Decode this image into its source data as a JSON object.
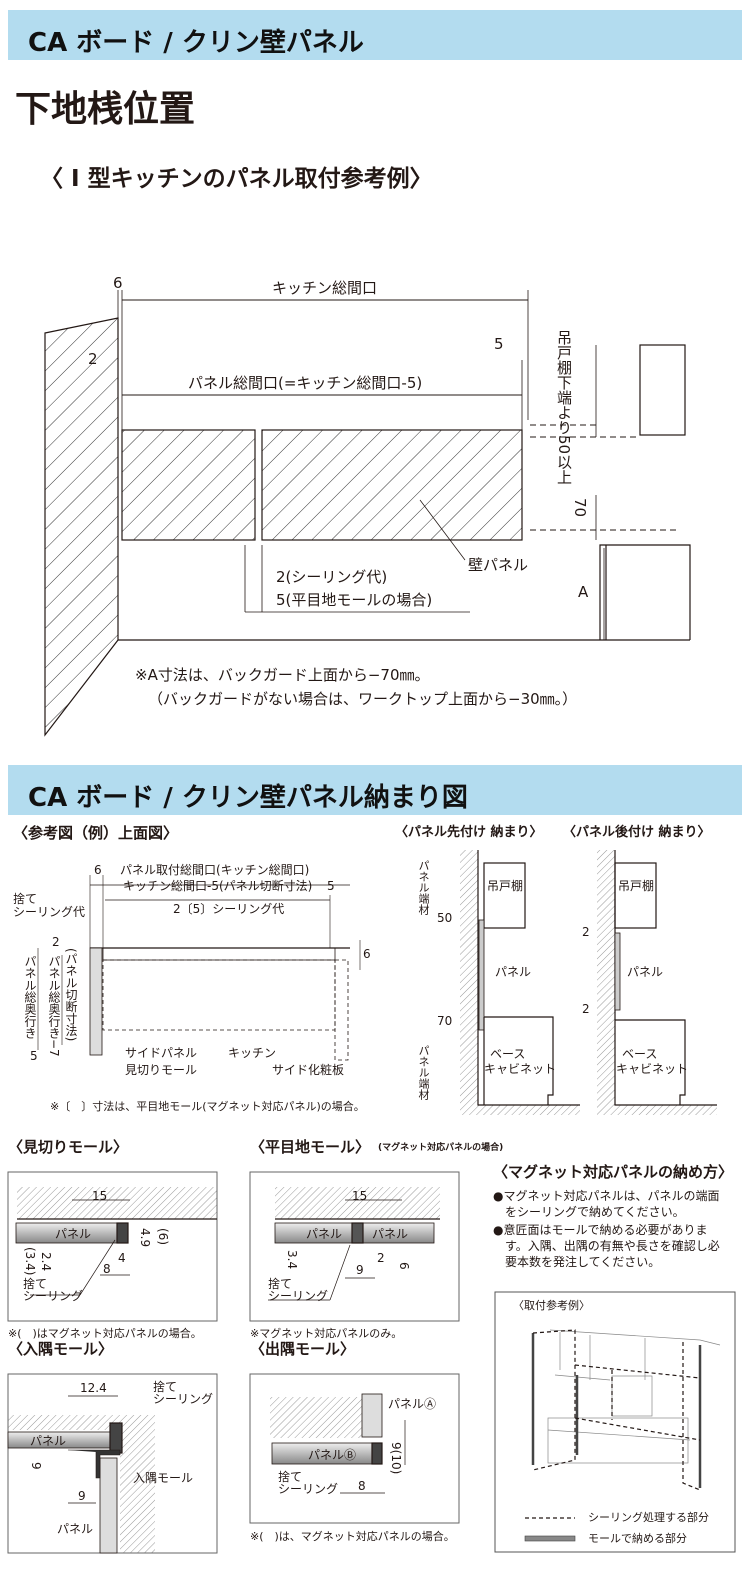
{
  "header1": {
    "title": "CA ボード / クリン壁パネル"
  },
  "section1": {
    "heading": "下地桟位置",
    "subheading": "〈 I 型キッチンのパネル取付参考例〉",
    "dims": {
      "kitchen_width": "キッチン総間口",
      "six": "6",
      "two": "2",
      "five": "5",
      "panel_width": "パネル総間口(=キッチン総間口-5)",
      "hang_cabinet": "吊戸棚下端より50以上",
      "seventy": "70",
      "a": "A",
      "wall_panel": "壁パネル",
      "sealing": "2(シーリング代)",
      "flat_joint": "5(平目地モールの場合)"
    },
    "notes": [
      "※A寸法は、バックガード上面から−70㎜。",
      "（バックガードがない場合は、ワークトップ上面から−30㎜。）"
    ]
  },
  "header2": {
    "title": "CA ボード / クリン壁パネル納まり図"
  },
  "top_view": {
    "title": "〈参考図（例）上面図〉",
    "six": "6",
    "install_width": "パネル取付総間口(キッチン総間口)",
    "cut_width": "キッチン総間口-5(パネル切断寸法)",
    "five": "5",
    "sealing_gap": "2〔5〕シーリング代",
    "sute1": "捨て",
    "sute2": "シーリング代",
    "depth": "パネル総奥行き",
    "depth_cut": "パネル総奥行き−7",
    "depth_cut2": "(パネル切断寸法)",
    "two": "2",
    "five_b": "5",
    "six_r": "6",
    "side_panel": "サイドパネル",
    "mikiri": "見切りモール",
    "kitchen": "キッチン",
    "side_board": "サイド化粧板",
    "note": "※〔　〕寸法は、平目地モール(マグネット対応パネル)の場合。"
  },
  "section_views": {
    "pre": {
      "title": "〈パネル先付け 納まり〉",
      "end1": "パネル端材",
      "cabinet": "吊戸棚",
      "fifty": "50",
      "panel": "パネル",
      "seventy": "70",
      "end2": "パネル端材",
      "base1": "ベース",
      "base2": "キャビネット"
    },
    "post": {
      "title": "〈パネル後付け 納まり〉",
      "cabinet": "吊戸棚",
      "two_a": "2",
      "panel": "パネル",
      "two_b": "2",
      "base1": "ベース",
      "base2": "キャビネット"
    }
  },
  "mikiri": {
    "title": "〈見切りモール〉",
    "d15": "15",
    "panel": "パネル",
    "d49": "4.9",
    "d6": "(6)",
    "d34": "(3.4)",
    "d24": "2.4",
    "d4": "4",
    "d8": "8",
    "sute1": "捨て",
    "sute2": "シーリング",
    "note": "※(　)はマグネット対応パネルの場合。"
  },
  "flat": {
    "title": "〈平目地モール〉",
    "subtitle": "(マグネット対応パネルの場合)",
    "d15": "15",
    "panel_l": "パネル",
    "panel_r": "パネル",
    "d34": "3.4",
    "d2": "2",
    "d6": "6",
    "d9": "9",
    "sute1": "捨て",
    "sute2": "シーリング",
    "note": "※マグネット対応パネルのみ。"
  },
  "inner": {
    "title": "〈入隅モール〉",
    "d124": "12.4",
    "sute1": "捨て",
    "sute2": "シーリング",
    "panel_h": "パネル",
    "d9v": "9",
    "mold": "入隅モール",
    "d9h": "9",
    "panel_v": "パネル"
  },
  "outer": {
    "title": "〈出隅モール〉",
    "panel_a": "パネルⒶ",
    "d910": "9(10)",
    "panel_b": "パネルⒷ",
    "sute1": "捨て",
    "sute2": "シーリング",
    "d8": "8",
    "note": "※(　)は、マグネット対応パネルの場合。"
  },
  "magnet": {
    "title": "〈マグネット対応パネルの納め方〉",
    "bullets": [
      "●マグネット対応パネルは、パネルの端面",
      "　をシーリングで納めてください。",
      "●意匠面はモールで納める必要がありま",
      "　す。入隅、出隅の有無や長さを確認し必",
      "　要本数を発注してください。"
    ],
    "example_title": "〈取付参考例〉",
    "legend_sealing": "シーリング処理する部分",
    "legend_mold": "モールで納める部分"
  }
}
